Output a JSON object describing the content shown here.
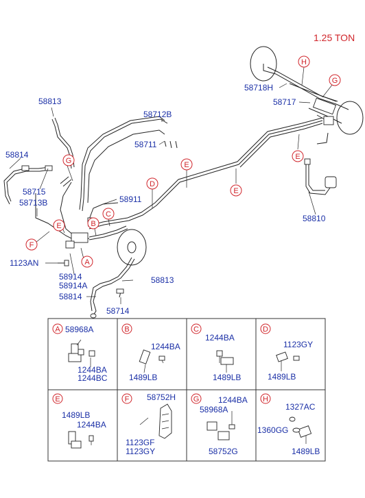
{
  "title": "1.25 TON",
  "colors": {
    "part_number": "#1a2fa6",
    "callout": "#d0242a",
    "line": "#222222"
  },
  "main": {
    "callouts": [
      "H",
      "G",
      "G",
      "E",
      "E",
      "E",
      "E",
      "D",
      "C",
      "B",
      "A",
      "F"
    ],
    "part_labels": [
      "58718H",
      "58717",
      "58712B",
      "58711",
      "58813",
      "58814",
      "58715",
      "58713B",
      "58911",
      "58810",
      "1123AN",
      "58914",
      "58914A",
      "58813",
      "58814",
      "58714"
    ]
  },
  "details": [
    {
      "letter": "A",
      "labels": [
        "58968A",
        "1244BA",
        "1244BC"
      ]
    },
    {
      "letter": "B",
      "labels": [
        "1244BA",
        "1489LB"
      ]
    },
    {
      "letter": "C",
      "labels": [
        "1244BA",
        "1489LB"
      ]
    },
    {
      "letter": "D",
      "labels": [
        "1123GY",
        "1489LB"
      ]
    },
    {
      "letter": "E",
      "labels": [
        "1489LB",
        "1244BA"
      ]
    },
    {
      "letter": "F",
      "labels": [
        "58752H",
        "1123GF",
        "1123GY"
      ]
    },
    {
      "letter": "G",
      "labels": [
        "1244BA",
        "58968A",
        "58752G"
      ]
    },
    {
      "letter": "H",
      "labels": [
        "1327AC",
        "1360GG",
        "1489LB"
      ]
    }
  ]
}
